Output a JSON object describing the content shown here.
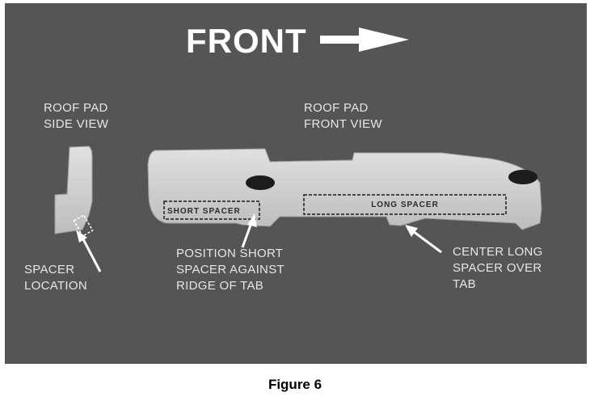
{
  "figure": {
    "direction_label": "FRONT",
    "side_view_title": "ROOF PAD\nSIDE VIEW",
    "front_view_title": "ROOF PAD\nFRONT VIEW",
    "short_spacer_label": "SHORT SPACER",
    "long_spacer_label": "LONG SPACER",
    "spacer_location_note": "SPACER\nLOCATION",
    "short_spacer_note": "POSITION SHORT\nSPACER AGAINST\nRIDGE OF TAB",
    "long_spacer_note": "CENTER LONG\nSPACER OVER\nTAB",
    "caption": "Figure 6"
  },
  "colors": {
    "background": "#555555",
    "pad": "#d2d2d2",
    "label_text": "#e6e6e6",
    "arrow": "#ffffff"
  }
}
